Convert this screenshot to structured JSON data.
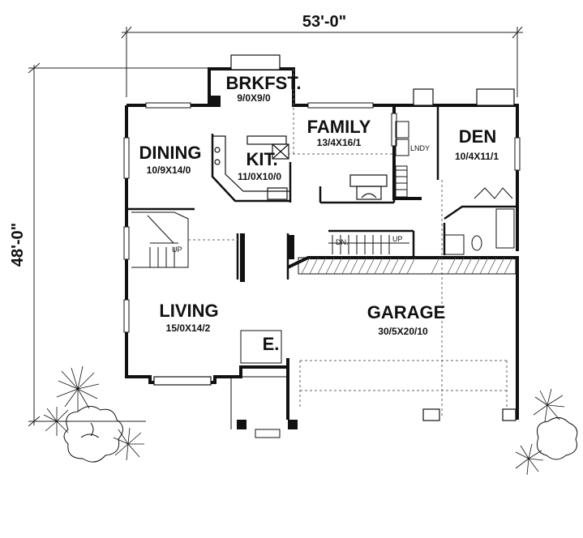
{
  "overall": {
    "width": "53'-0\"",
    "depth": "48'-0\""
  },
  "rooms": {
    "brkfst": {
      "name": "BRKFST.",
      "size": "9/0X9/0"
    },
    "family": {
      "name": "FAMILY",
      "size": "13/4X16/1"
    },
    "dining": {
      "name": "DINING",
      "size": "10/9X14/0"
    },
    "kit": {
      "name": "KIT.",
      "size": "11/0X10/0"
    },
    "den": {
      "name": "DEN",
      "size": "10/4X11/1"
    },
    "living": {
      "name": "LIVING",
      "size": "15/0X14/2"
    },
    "garage": {
      "name": "GARAGE",
      "size": "30/5X20/10"
    },
    "entry": {
      "name": "E."
    },
    "laundry": {
      "name": "LNDY"
    }
  },
  "stairs": {
    "up_1": "UP",
    "up_2": "UP",
    "down": "DN."
  }
}
